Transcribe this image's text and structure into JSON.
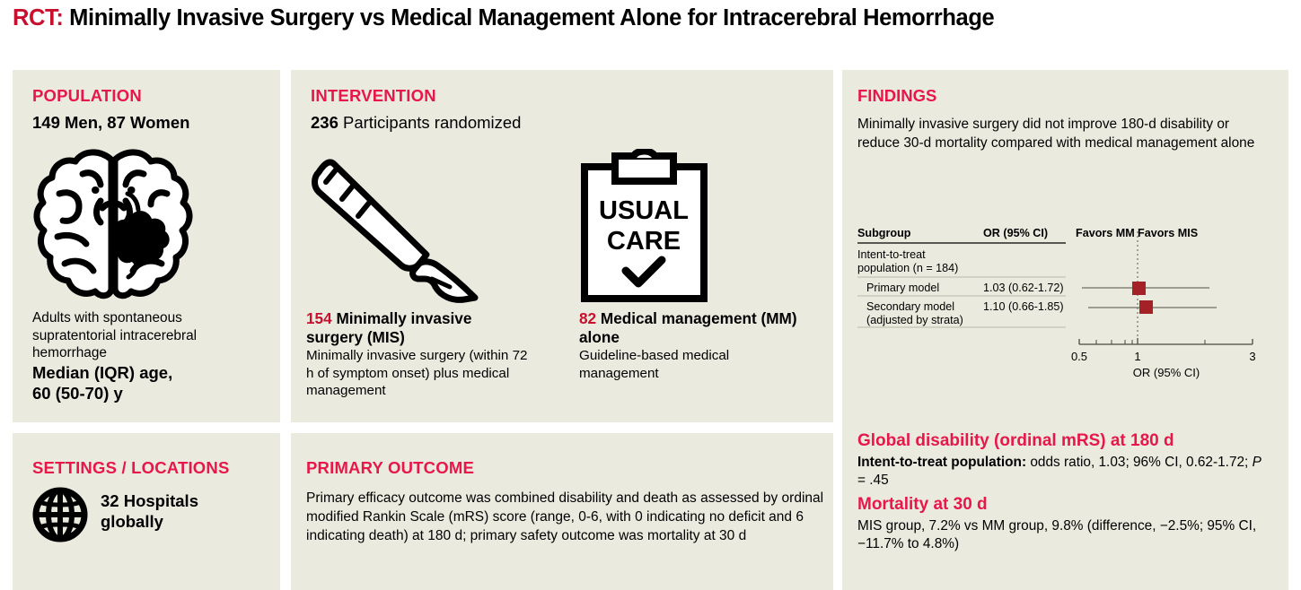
{
  "title": {
    "tag": "RCT:",
    "text": "Minimally Invasive Surgery vs Medical Management Alone for Intracerebral Hemorrhage"
  },
  "colors": {
    "accent_red": "#e8174a",
    "dark_red": "#c8102e",
    "panel_bg": "#ebeade",
    "marker_red": "#a42128"
  },
  "population": {
    "header": "POPULATION",
    "stat": "149 Men, 87 Women",
    "description": "Adults with spontaneous supratentorial intracerebral hemorrhage",
    "age_label": "Median (IQR) age,",
    "age_value": "60 (50-70) y",
    "icon": "brain-icon"
  },
  "intervention": {
    "header": "INTERVENTION",
    "stat_number": "236",
    "stat_label": "Participants randomized",
    "arm1": {
      "number": "154",
      "title": "Minimally invasive surgery (MIS)",
      "detail": "Minimally invasive surgery (within 72 h of symptom onset) plus medical management",
      "icon": "scalpel-icon"
    },
    "arm2": {
      "number": "82",
      "title": "Medical management (MM) alone",
      "detail": "Guideline-based medical management",
      "icon": "clipboard-icon",
      "clipboard_line1": "USUAL",
      "clipboard_line2": "CARE",
      "clipboard_mark": "check-icon"
    }
  },
  "settings": {
    "header": "SETTINGS / LOCATIONS",
    "text": "32 Hospitals globally",
    "icon": "globe-icon"
  },
  "primary_outcome": {
    "header": "PRIMARY OUTCOME",
    "text": "Primary efficacy outcome was combined disability and death as assessed by ordinal modified Rankin Scale (mRS) score (range, 0-6, with 0 indicating no deficit and 6 indicating death) at 180 d; primary safety outcome was mortality at 30 d"
  },
  "findings": {
    "header": "FINDINGS",
    "summary": "Minimally invasive surgery did not improve 180-d disability or reduce 30-d mortality compared with medical management alone",
    "detail1": {
      "heading": "Global disability (ordinal mRS) at 180 d",
      "bold_lead": "Intent-to-treat population:",
      "rest_a": " odds ratio, 1.03; 96% CI, 0.62-1.72; ",
      "p_italic": "P",
      "rest_b": " = .45"
    },
    "detail2": {
      "heading": "Mortality at 30 d",
      "text": "MIS group, 7.2% vs MM group, 9.8% (difference, −2.5%; 95% CI, −11.7% to 4.8%)"
    }
  },
  "chart_data": {
    "type": "forest",
    "title": "",
    "columns": [
      "Subgroup",
      "OR (95% CI)"
    ],
    "favors_left": "Favors MM",
    "favors_right": "Favors MIS",
    "group_label": "Intent-to-treat population (n = 184)",
    "rows": [
      {
        "label": "Primary model",
        "or_text": "1.03 (0.62-1.72)",
        "or": 1.03,
        "ci_low": 0.62,
        "ci_high": 1.72
      },
      {
        "label": "Secondary model (adjusted by strata)",
        "or_text": "1.10 (0.66-1.85)",
        "or": 1.1,
        "ci_low": 0.66,
        "ci_high": 1.85
      }
    ],
    "xlabel": "OR (95% CI)",
    "xscale": "log",
    "xlim": [
      0.5,
      3
    ],
    "xticks": [
      0.5,
      0.6,
      0.7,
      0.8,
      0.9,
      1,
      2,
      3
    ],
    "xtick_labels": {
      "0.5": "0.5",
      "1": "1",
      "3": "3"
    },
    "reference_line": 1,
    "grid": false,
    "legend": "none"
  }
}
